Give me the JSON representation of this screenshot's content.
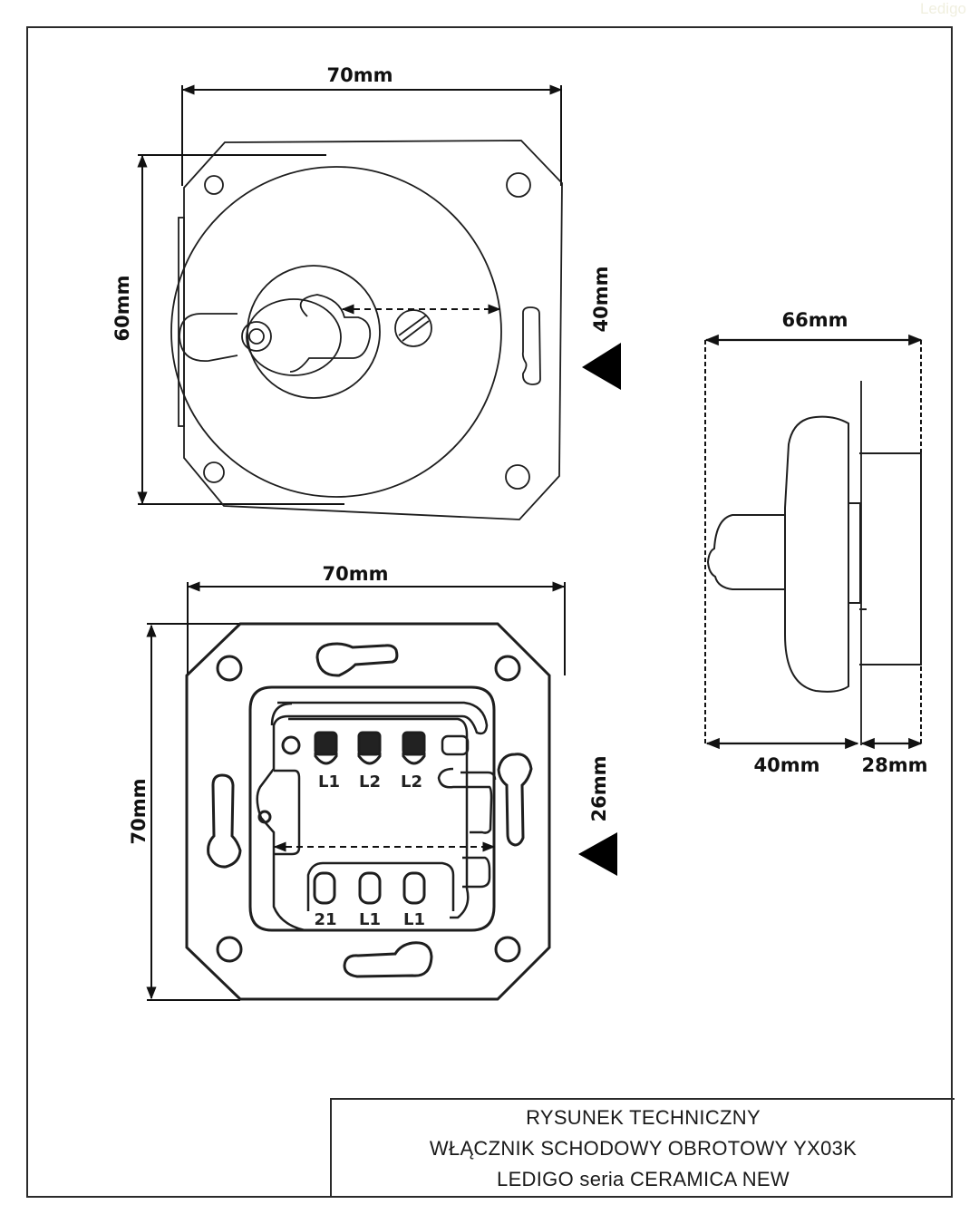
{
  "watermark": "Ledigo",
  "title_block": {
    "line1": "RYSUNEK TECHNICZNY",
    "line2": "WŁĄCZNIK SCHODOWY OBROTOWY  YX03K",
    "line3": "LEDIGO seria CERAMICA NEW"
  },
  "front_view": {
    "width_label": "70mm",
    "height_label": "60mm",
    "knob_reach_label": "40mm"
  },
  "back_view": {
    "width_label": "70mm",
    "height_label": "70mm",
    "terminal_span_label": "26mm",
    "terminals_top": [
      "L1",
      "L2",
      "L2"
    ],
    "terminals_bottom": [
      "21",
      "L1",
      "L1"
    ]
  },
  "side_view": {
    "total_depth_label": "66mm",
    "front_depth_label": "40mm",
    "back_depth_label": "28mm"
  },
  "colors": {
    "line": "#1e1e1e",
    "watermark": "#f0efdf"
  }
}
